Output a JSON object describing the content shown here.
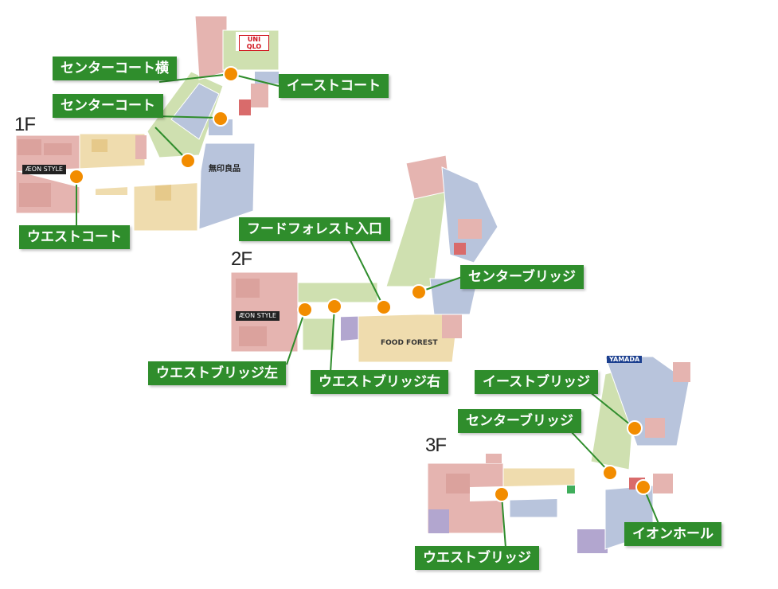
{
  "colors": {
    "label_green": "#2f8d2c",
    "marker_orange": "#f28c00",
    "corridor": "#ffffff",
    "shop_pink": "#e5b4b0",
    "shop_beige": "#efdcae",
    "shop_green": "#cfe0b0",
    "shop_blue": "#b8c4dc",
    "shop_purple": "#b2a6cf",
    "shop_red": "#d96b6b"
  },
  "floors": [
    {
      "label": "1F",
      "stores": [
        "無印良品",
        "ÆON STYLE",
        "UNI QLO"
      ],
      "spots": [
        "センターコート横",
        "イーストコート",
        "センターコート",
        "ウエストコート"
      ]
    },
    {
      "label": "2F",
      "stores": [
        "ÆON STYLE",
        "FOOD FOREST"
      ],
      "spots": [
        "フードフォレスト入口",
        "センターブリッジ",
        "ウエストブリッジ左",
        "ウエストブリッジ右"
      ]
    },
    {
      "label": "3F",
      "stores": [
        "YAMADA"
      ],
      "spots": [
        "イーストブリッジ",
        "センターブリッジ",
        "ウエストブリッジ",
        "イオンホール"
      ]
    }
  ]
}
